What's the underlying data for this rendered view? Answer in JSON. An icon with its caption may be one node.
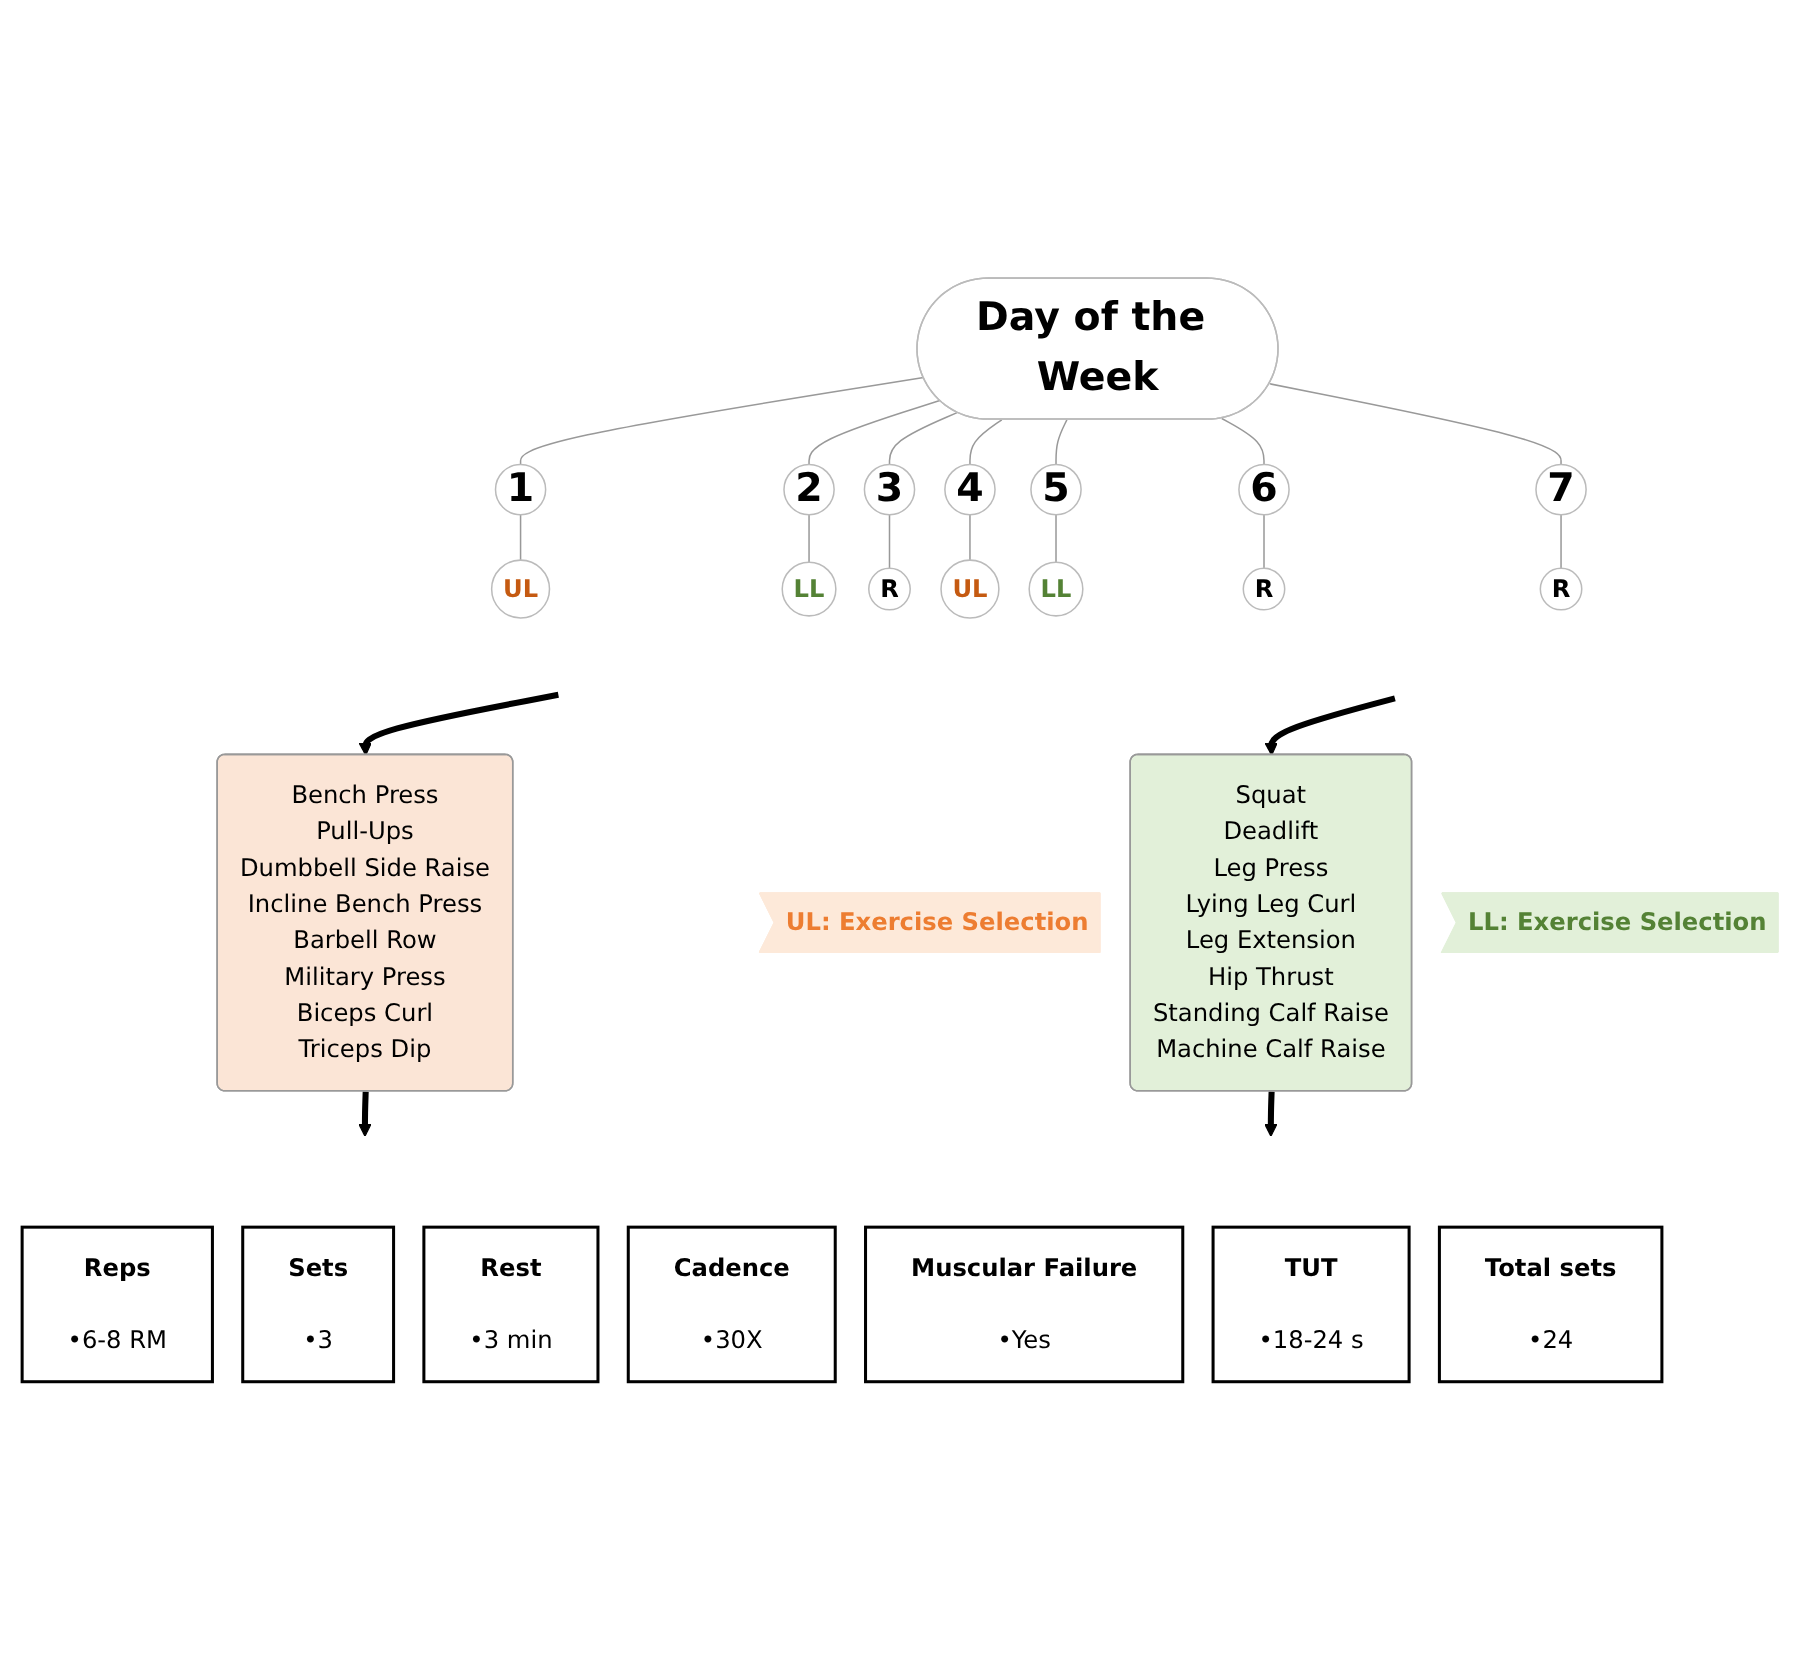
{
  "diagram": {
    "nodes": [
      {
        "text": [
          "Day of the Week"
        ]
      },
      {
        "text": [
          "1"
        ]
      },
      {
        "text": [
          "2"
        ]
      },
      {
        "text": [
          "3"
        ]
      },
      {
        "text": [
          "4"
        ]
      },
      {
        "text": [
          "5"
        ]
      },
      {
        "text": [
          "6"
        ]
      },
      {
        "text": [
          "7"
        ]
      },
      {
        "text": [
          "UL"
        ]
      },
      {
        "text": [
          "LL"
        ]
      },
      {
        "text": [
          "R"
        ]
      },
      {
        "text": [
          "UL"
        ]
      },
      {
        "text": [
          "LL"
        ]
      },
      {
        "text": [
          "R"
        ]
      },
      {
        "text": [
          "R"
        ]
      },
      {
        "text": [
          "Bench Press",
          "Pull-Ups",
          "Dumbbell Side Raise",
          "Incline Bench Press",
          "Barbell Row",
          "Military Press",
          "Biceps Curl",
          "Triceps Dip"
        ]
      },
      {
        "text": [
          "Squat",
          "Deadlift",
          "Leg Press",
          "Lying Leg Curl",
          "Leg Extension",
          "Hip Thrust",
          "Standing Calf Raise",
          "Machine Calf Raise"
        ]
      },
      {
        "text": [
          "UL: Exercise Selection"
        ]
      },
      {
        "text": [
          "LL: Exercise Selection"
        ]
      },
      {
        "text": [
          "Reps",
          "•6-8 RM"
        ]
      },
      {
        "text": [
          "Sets",
          "•3"
        ]
      },
      {
        "text": [
          "Rest",
          "•3 min"
        ]
      },
      {
        "text": [
          "Cadence",
          "•30X"
        ]
      },
      {
        "text": [
          "Muscular Failure",
          "•Yes"
        ]
      },
      {
        "text": [
          "TUT",
          "•18-24 s"
        ]
      },
      {
        "text": [
          "Total sets",
          "•24"
        ]
      }
    ],
    "edges": [
      {
        "from": 0,
        "to": 1,
        "arrow": "none"
      },
      {
        "from": 0,
        "to": 2,
        "arrow": "none"
      },
      {
        "from": 0,
        "to": 3,
        "arrow": "none"
      },
      {
        "from": 0,
        "to": 4,
        "arrow": "none"
      },
      {
        "from": 0,
        "to": 5,
        "arrow": "none"
      },
      {
        "from": 0,
        "to": 6,
        "arrow": "none"
      },
      {
        "from": 0,
        "to": 7,
        "arrow": "none"
      },
      {
        "from": 1,
        "to": 8,
        "arrow": "none"
      },
      {
        "from": 2,
        "to": 9,
        "arrow": "none"
      },
      {
        "from": 3,
        "to": 10,
        "arrow": "none"
      },
      {
        "from": 4,
        "to": 11,
        "arrow": "none"
      },
      {
        "from": 5,
        "to": 12,
        "arrow": "none"
      },
      {
        "from": 6,
        "to": 13,
        "arrow": "none"
      },
      {
        "from": 7,
        "to": 14,
        "arrow": "none"
      },
      {
        "from": null,
        "to": 15,
        "arrow": "to",
        "style": "thick",
        "color": "#000000"
      },
      {
        "from": null,
        "to": 16,
        "arrow": "to",
        "style": "thick",
        "color": "#000000"
      },
      {
        "from": 15,
        "to": null,
        "arrow": "to",
        "style": "thick",
        "color": "#000000"
      },
      {
        "from": 16,
        "to": null,
        "arrow": "to",
        "style": "thick",
        "color": "#000000"
      }
    ]
  }
}
